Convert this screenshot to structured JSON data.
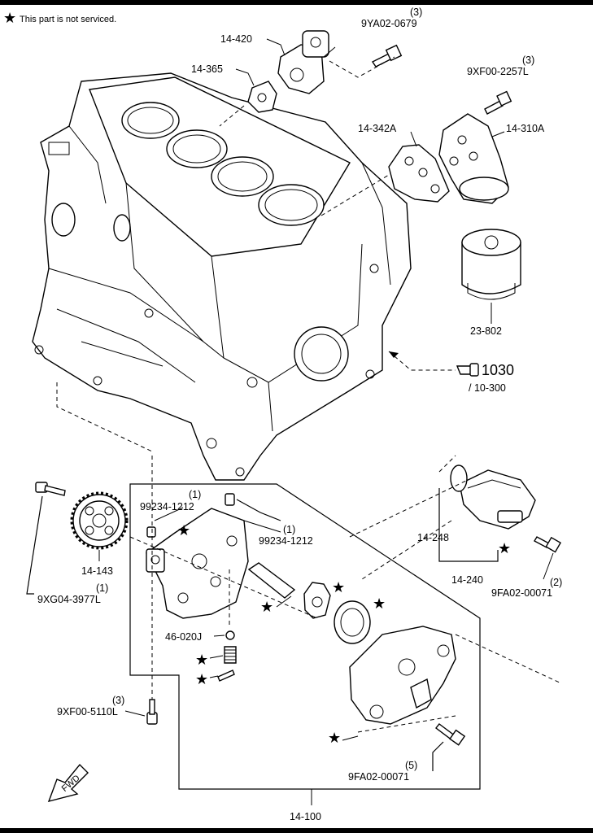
{
  "legend": {
    "star_symbol": "★",
    "text": "This part is not serviced."
  },
  "parts": {
    "p1": {
      "num": "9YA02-0679",
      "qty": "(3)"
    },
    "p2": {
      "num": "14-420"
    },
    "p3": {
      "num": "14-365"
    },
    "p4": {
      "num": "9XF00-2257L",
      "qty": "(3)"
    },
    "p5": {
      "num": "14-342A"
    },
    "p6": {
      "num": "14-310A"
    },
    "p7": {
      "num": "23-802"
    },
    "p8": {
      "num": "1030"
    },
    "p9": {
      "num": "/ 10-300"
    },
    "p10": {
      "num": "99234-1212",
      "qty": "(1)"
    },
    "p11": {
      "num": "99234-1212",
      "qty": "(1)"
    },
    "p12": {
      "num": "14-143"
    },
    "p13": {
      "num": "9XG04-3977L",
      "qty": "(1)"
    },
    "p14": {
      "num": "46-020J"
    },
    "p15": {
      "num": "9XF00-5110L",
      "qty": "(3)"
    },
    "p16": {
      "num": "14-248"
    },
    "p17": {
      "num": "14-240"
    },
    "p18": {
      "num": "9FA02-00071",
      "qty": "(2)"
    },
    "p19": {
      "num": "9FA02-00071",
      "qty": "(5)"
    },
    "p20": {
      "num": "14-100"
    }
  },
  "fwd_label": "FWD",
  "ref_icon": "pointing-hand-icon"
}
